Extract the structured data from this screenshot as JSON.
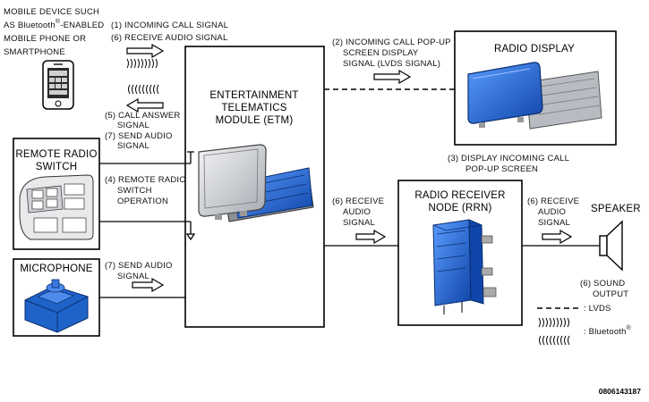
{
  "mobile_device": {
    "lines": [
      "MOBILE DEVICE SUCH",
      "AS Bluetooth",
      "-ENABLED",
      "MOBILE PHONE OR",
      "SMARTPHONE"
    ],
    "registered_mark": "®"
  },
  "signals": {
    "incoming_call": "(1) INCOMING CALL SIGNAL",
    "receive_audio_1": "(6) RECEIVE AUDIO SIGNAL",
    "call_answer": [
      "(5) CALL ANSWER",
      "SIGNAL"
    ],
    "send_audio_phone": [
      "(7) SEND AUDIO",
      "SIGNAL"
    ],
    "popup_display": [
      "(2) INCOMING CALL POP-UP",
      "SCREEN DISPLAY",
      "SIGNAL (LVDS SIGNAL)"
    ],
    "display_popup": [
      "(3) DISPLAY INCOMING CALL",
      "POP-UP SCREEN"
    ],
    "remote_switch_op": [
      "(4) REMOTE RADIO",
      "SWITCH",
      "OPERATION"
    ],
    "send_audio_mic": [
      "(7) SEND AUDIO",
      "SIGNAL"
    ],
    "receive_audio_rrn": [
      "(6) RECEIVE",
      "AUDIO",
      "SIGNAL"
    ],
    "receive_audio_speaker": [
      "(6) RECEIVE",
      "AUDIO",
      "SIGNAL"
    ],
    "sound_output": [
      "(6) SOUND",
      "OUTPUT"
    ]
  },
  "components": {
    "etm": [
      "ENTERTAINMENT",
      "TELEMATICS",
      "MODULE (ETM)"
    ],
    "radio_display": "RADIO DISPLAY",
    "remote_switch": [
      "REMOTE RADIO",
      "SWITCH"
    ],
    "microphone": "MICROPHONE",
    "rrn": [
      "RADIO RECEIVER",
      "NODE (RRN)"
    ],
    "speaker": "SPEAKER"
  },
  "legend": {
    "lvds": ": LVDS",
    "bluetooth": ": Bluetooth",
    "registered_mark": "®"
  },
  "reference_number": "0806143187",
  "colors": {
    "part_blue": "#1f63c8",
    "part_silver": "#c8ccd2",
    "line": "#000000"
  }
}
